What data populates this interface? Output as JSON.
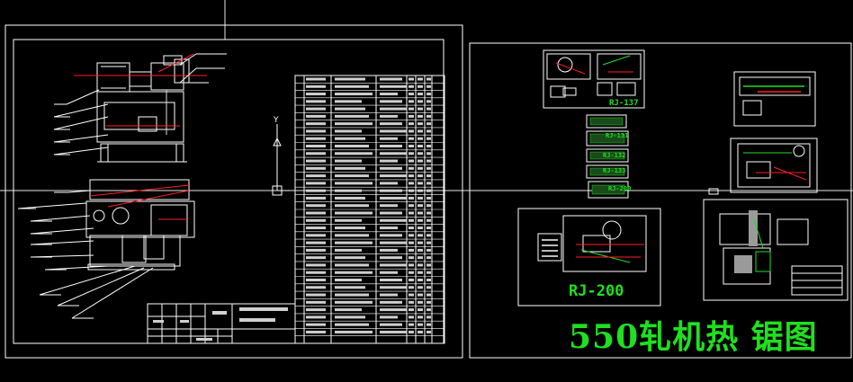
{
  "drawing_title": "550轧机热 锯图",
  "view_labels": {
    "rj200": "RJ-200",
    "rj137": "RJ-137",
    "rj131": "RJ-131",
    "rj132": "RJ-132",
    "rj133": "RJ-133",
    "rj200_small": "RJ-200"
  },
  "ucs_icon": {
    "y_axis": "Y"
  },
  "colors": {
    "background": "#000000",
    "frame": "#ffffff",
    "title_green": "#1fe01f",
    "leader_red": "#ff2020",
    "hatch_grey": "#9a9a9a"
  }
}
